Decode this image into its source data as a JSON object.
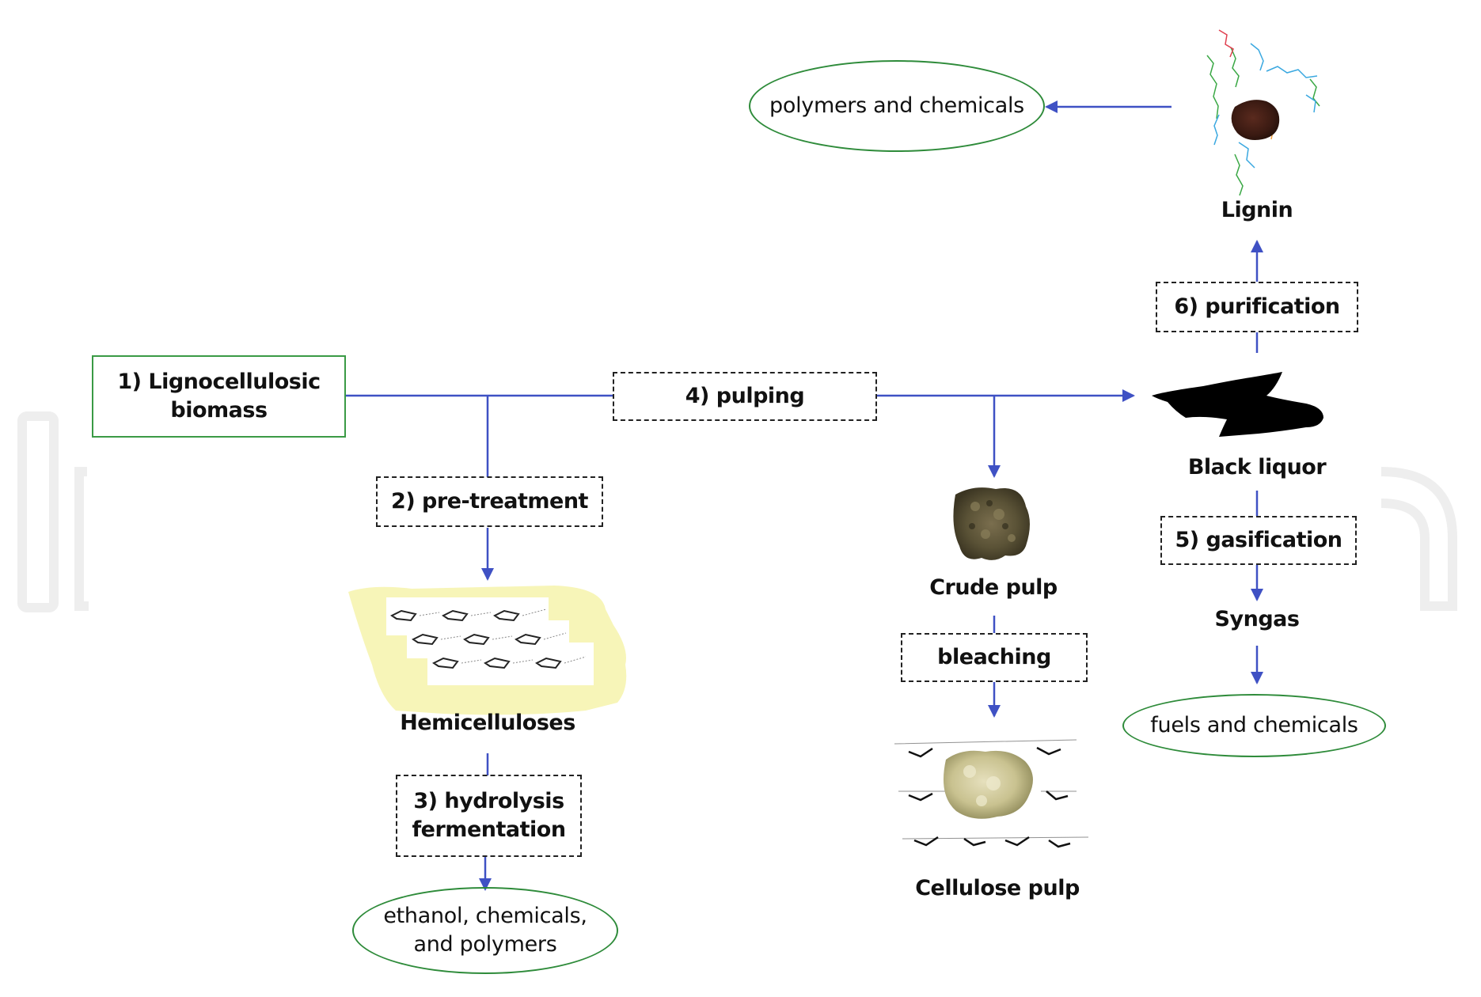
{
  "diagram": {
    "title_nodes": {
      "biomass": "1) Lignocellulosic biomass",
      "biomass_line1": "1) Lignocellulosic",
      "biomass_line2": "biomass"
    },
    "process_steps": {
      "pretreatment": "2) pre-treatment",
      "hydrolysis_line1": "3) hydrolysis",
      "hydrolysis_line2": "fermentation",
      "pulping": "4) pulping",
      "gasification": "5) gasification",
      "purification": "6) purification",
      "bleaching": "bleaching"
    },
    "intermediates": {
      "hemicelluloses": "Hemicelluloses",
      "crude_pulp": "Crude pulp",
      "cellulose_pulp": "Cellulose pulp",
      "black_liquor": "Black liquor",
      "lignin": "Lignin",
      "syngas": "Syngas"
    },
    "products": {
      "ethanol_line1": "ethanol, chemicals,",
      "ethanol_line2": "and polymers",
      "polymers_chemicals": "polymers and chemicals",
      "fuels_chemicals": "fuels and chemicals"
    },
    "colors": {
      "arrow": "#3f51c4",
      "solid_box_border": "#3a9a45",
      "oval_border": "#2e8b3a",
      "dashed_border": "#222222",
      "hemicellulose_bg": "#f7f5b8",
      "black_liquor": "#000000",
      "watermark": "#eeeeee"
    }
  }
}
